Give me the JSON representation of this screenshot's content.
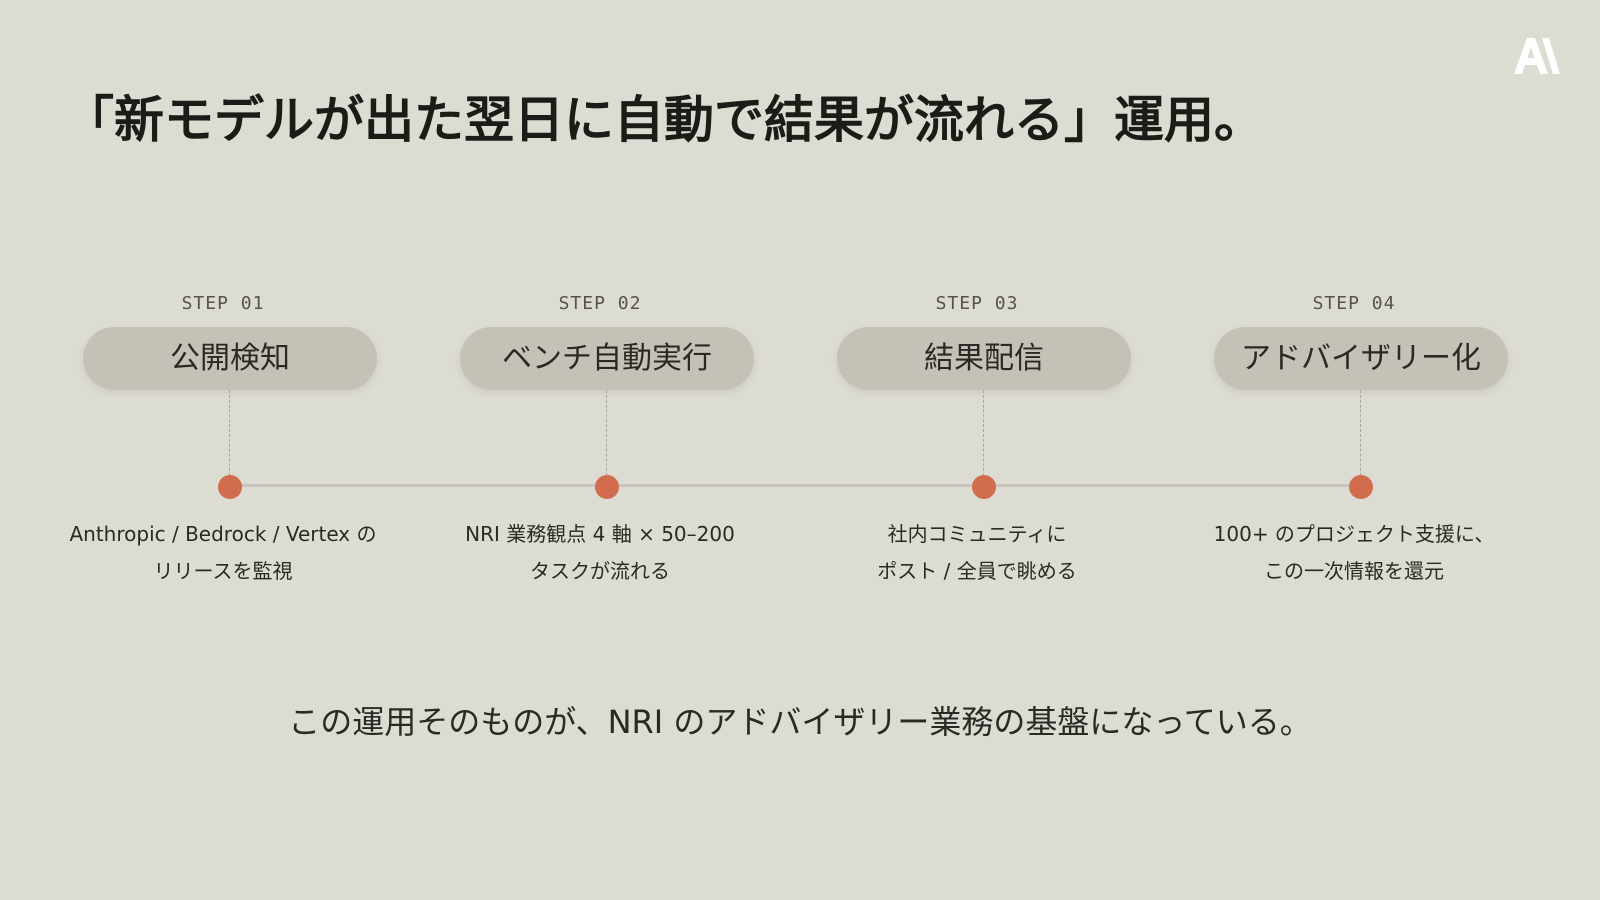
{
  "title": "「新モデルが出た翌日に自動で結果が流れる」運用。",
  "logo": {
    "icon": "anthropic-logo-icon",
    "color": "#ffffff"
  },
  "steps": [
    {
      "label": "STEP 01",
      "name": "公開検知",
      "desc_line1": "Anthropic / Bedrock / Vertex の",
      "desc_line2": "リリースを監視"
    },
    {
      "label": "STEP 02",
      "name": "ベンチ自動実行",
      "desc_line1": "NRI 業務観点 4 軸 × 50–200",
      "desc_line2": "タスクが流れる"
    },
    {
      "label": "STEP 03",
      "name": "結果配信",
      "desc_line1": "社内コミュニティに",
      "desc_line2": "ポスト / 全員で眺める"
    },
    {
      "label": "STEP 04",
      "name": "アドバイザリー化",
      "desc_line1": "100+ のプロジェクト支援に、",
      "desc_line2": "この一次情報を還元"
    }
  ],
  "footer": "この運用そのものが、NRI のアドバイザリー業務の基盤になっている。",
  "colors": {
    "background": "#dddcd3",
    "pill": "#c4c2b7",
    "dot": "#d26c4e",
    "timeline": "#c6c4bb"
  }
}
